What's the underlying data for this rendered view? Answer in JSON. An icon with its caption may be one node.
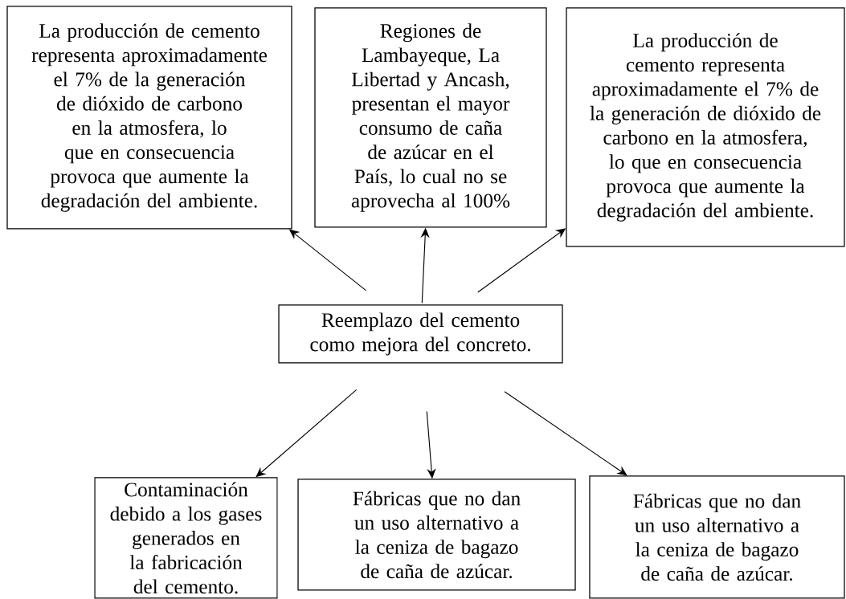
{
  "diagram": {
    "nodes": [
      {
        "text": [
          "La producción de cemento representa aproximadamente el 7% de la generación de dióxido de carbono en la atmosfera, lo que en consecuencia provoca que aumente la degradación del ambiente."
        ]
      },
      {
        "text": [
          "Regiones de Lambayeque, La Libertad y Ancash, presentan el mayor consumo de caña de azúcar en el País, lo cual no se aprovecha al 100%"
        ]
      },
      {
        "text": [
          "La producción de cemento representa aproximadamente el 7% de la generación de dióxido de carbono en la atmosfera, lo que en consecuencia provoca que aumente la degradación del ambiente."
        ]
      },
      {
        "text": [
          "Reemplazo del cemento como mejora del concreto."
        ]
      },
      {
        "text": [
          "Contaminación debido a los gases generados en la fabricación del cemento."
        ]
      },
      {
        "text": [
          "Fábricas que no dan un uso alternativo a la ceniza de bagazo de caña de azúcar."
        ]
      },
      {
        "text": [
          "Fábricas que no dan un uso alternativo a la ceniza de bagazo de caña de azúcar."
        ]
      }
    ],
    "edges": [
      {
        "from": 3,
        "to": 0,
        "arrow": "to"
      },
      {
        "from": 3,
        "to": 1,
        "arrow": "to"
      },
      {
        "from": 3,
        "to": 2,
        "arrow": "to"
      },
      {
        "from": 3,
        "to": 4,
        "arrow": "to"
      },
      {
        "from": 3,
        "to": 5,
        "arrow": "to"
      },
      {
        "from": 3,
        "to": 6,
        "arrow": "to"
      }
    ]
  }
}
